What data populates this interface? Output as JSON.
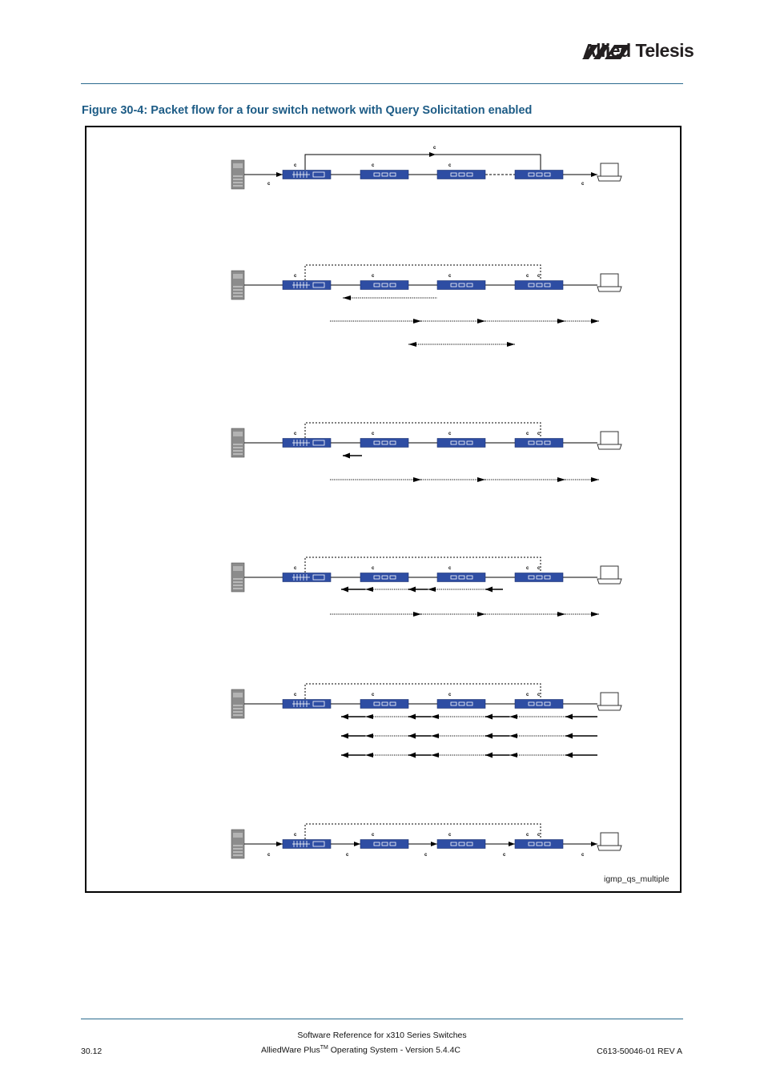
{
  "header": {
    "brand": "Allied Telesis"
  },
  "figure": {
    "title": "Figure 30-4: Packet flow for a four switch network with Query Solicitation enabled",
    "image_label": "igmp_qs_multiple",
    "port_marker": "c"
  },
  "footer": {
    "line1": "Software Reference for x310 Series Switches",
    "line2_prefix": "AlliedWare Plus",
    "line2_sup": "TM",
    "line2_suffix": " Operating System  - Version 5.4.4C",
    "page_number": "30.12",
    "doc_id": "C613-50046-01 REV A"
  },
  "colors": {
    "accent": "#1d5c86",
    "rule": "#2b6b8e",
    "switch_fill": "#2e4da3",
    "device_gray": "#8c8c8c"
  }
}
